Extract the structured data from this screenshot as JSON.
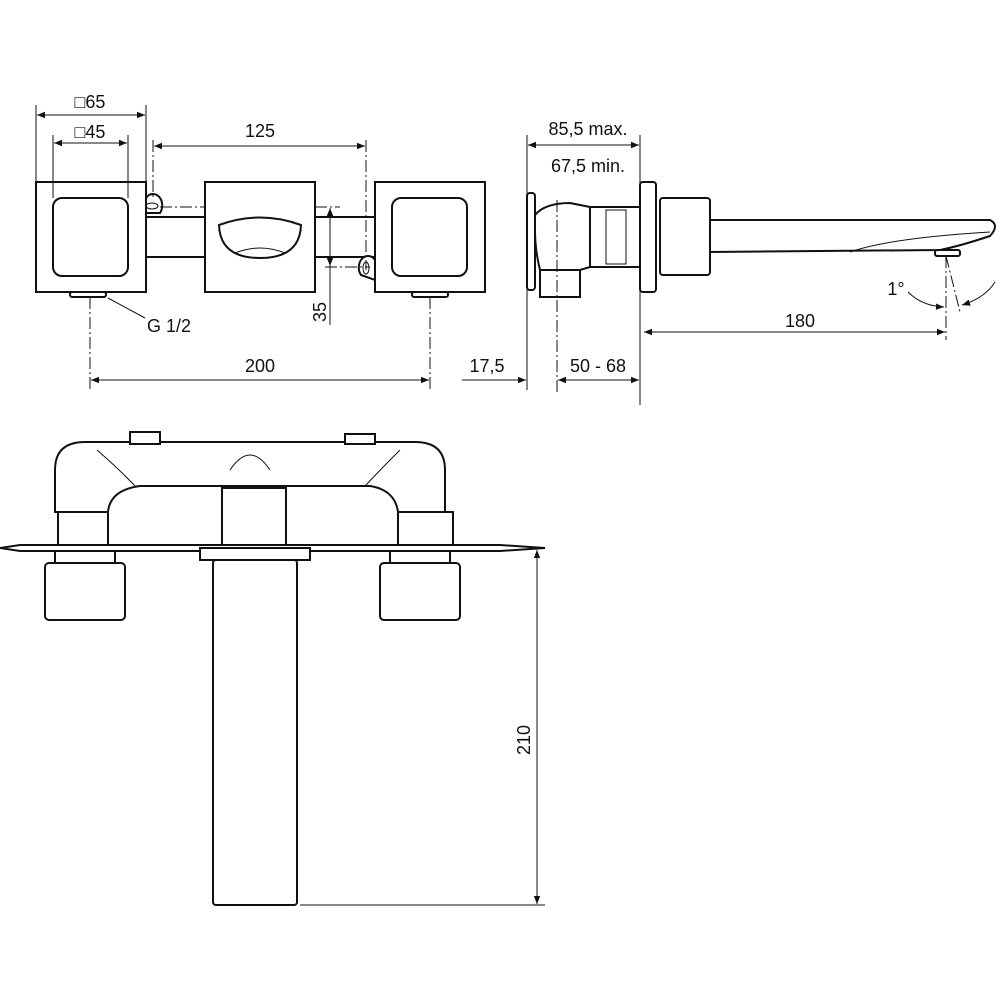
{
  "drawing": {
    "front_view": {
      "outer_square": "□65",
      "inner_square": "□45",
      "handle_spacing": "125",
      "pipe_height": "35",
      "connection_thread": "G 1/2",
      "center_distance": "200"
    },
    "side_view": {
      "wall_depth": "17,5",
      "depth_max": "85,5 max.",
      "depth_min": "67,5 min.",
      "adjust_range": "50 - 68",
      "spout_projection": "180",
      "spout_angle": "1°"
    },
    "top_view": {
      "spout_length": "210"
    }
  }
}
